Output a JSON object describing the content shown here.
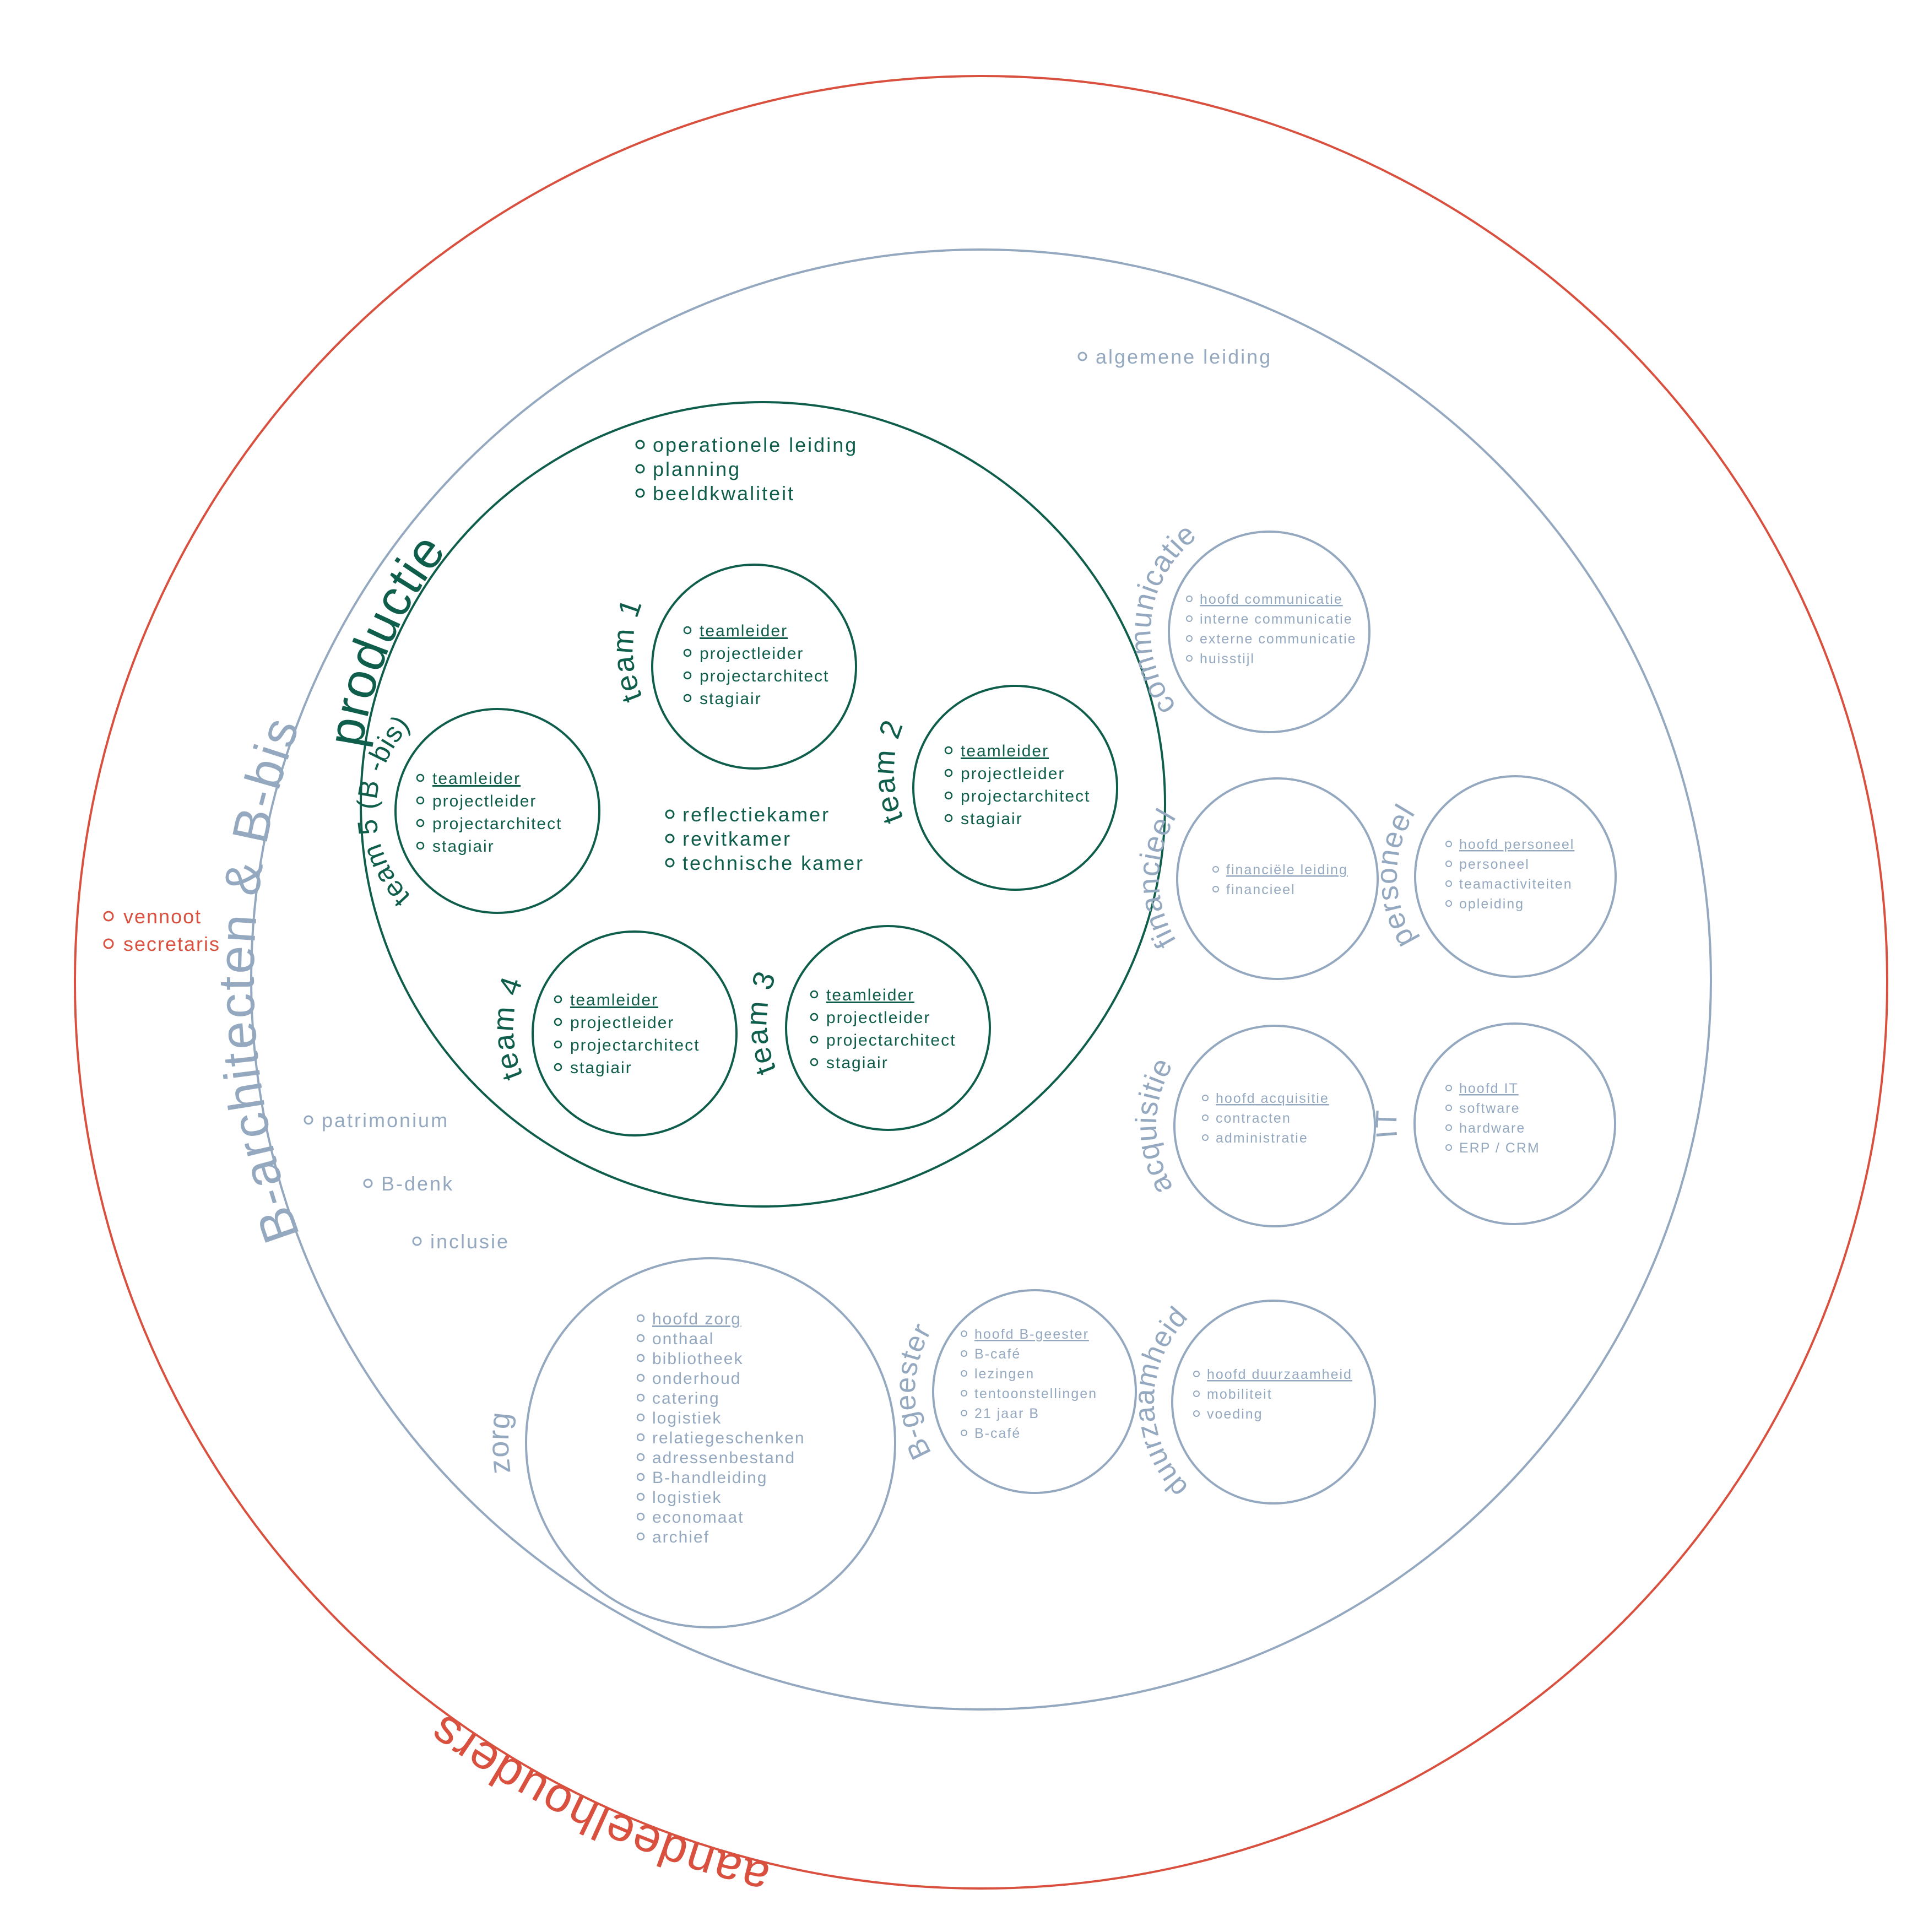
{
  "colors": {
    "red": "#d9503f",
    "blue": "#94a8bf",
    "green": "#0f5e4b"
  },
  "shareholders": {
    "title": "aandeelhouders",
    "items": [
      "vennoot",
      "secretaris"
    ]
  },
  "company": {
    "title": "B-architecten & B-bis",
    "loose_items": [
      "algemene leiding",
      "patrimonium",
      "B-denk",
      "inclusie"
    ]
  },
  "production": {
    "title": "productie",
    "top_items": [
      "operationele leiding",
      "planning",
      "beeldkwaliteit"
    ],
    "middle_items": [
      "reflectiekamer",
      "revitkamer",
      "technische kamer"
    ],
    "teams": [
      {
        "title": "team 1",
        "lead": "teamleider",
        "items": [
          "projectleider",
          "projectarchitect",
          "stagiair"
        ]
      },
      {
        "title": "team 2",
        "lead": "teamleider",
        "items": [
          "projectleider",
          "projectarchitect",
          "stagiair"
        ]
      },
      {
        "title": "team 3",
        "lead": "teamleider",
        "items": [
          "projectleider",
          "projectarchitect",
          "stagiair"
        ]
      },
      {
        "title": "team 4",
        "lead": "teamleider",
        "items": [
          "projectleider",
          "projectarchitect",
          "stagiair"
        ]
      },
      {
        "title": "team 5 (B -bis)",
        "lead": "teamleider",
        "items": [
          "projectleider",
          "projectarchitect",
          "stagiair"
        ]
      }
    ]
  },
  "departments": [
    {
      "title": "communicatie",
      "lead": "hoofd communicatie",
      "items": [
        "interne communicatie",
        "externe communicatie",
        "huisstijl"
      ]
    },
    {
      "title": "financieel",
      "lead": "financiële leiding",
      "items": [
        "financieel"
      ]
    },
    {
      "title": "personeel",
      "lead": "hoofd personeel",
      "items": [
        "personeel",
        "teamactiviteiten",
        "opleiding"
      ]
    },
    {
      "title": "acquisitie",
      "lead": "hoofd acquisitie",
      "items": [
        "contracten",
        "administratie"
      ]
    },
    {
      "title": "IT",
      "lead": "hoofd IT",
      "items": [
        "software",
        "hardware",
        "ERP / CRM"
      ]
    },
    {
      "title": "zorg",
      "lead": "hoofd zorg",
      "items": [
        "onthaal",
        "bibliotheek",
        "onderhoud",
        "catering",
        "logistiek",
        "relatiegeschenken",
        "adressenbestand",
        "B-handleiding",
        "logistiek",
        "economaat",
        "archief"
      ]
    },
    {
      "title": "B-geester",
      "lead": "hoofd B-geester",
      "items": [
        "B-café",
        "lezingen",
        "tentoonstellingen",
        "21 jaar B",
        "B-café"
      ]
    },
    {
      "title": "duurzaamheid",
      "lead": "hoofd duurzaamheid",
      "items": [
        "mobiliteit",
        "voeding"
      ]
    }
  ]
}
